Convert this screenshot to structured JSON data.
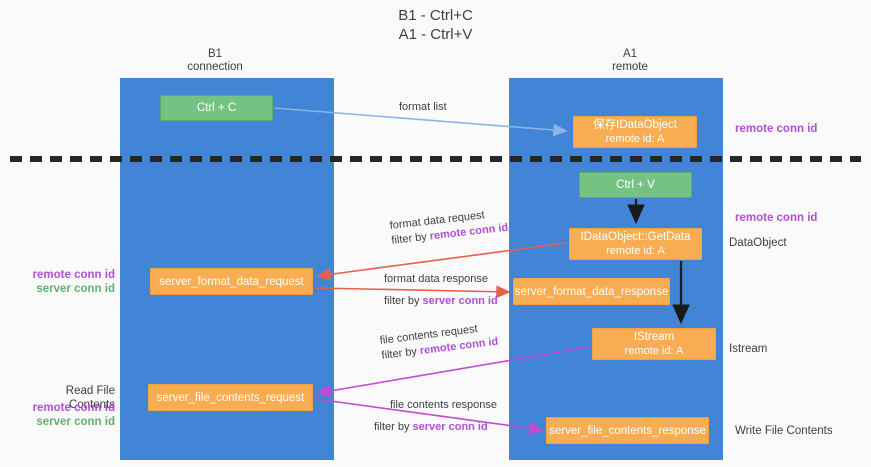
{
  "diagram": {
    "title": "B1 - Ctrl+C\nA1 - Ctrl+V",
    "lanes": [
      {
        "name": "B1",
        "role": "connection",
        "header": "B1\nconnection"
      },
      {
        "name": "A1",
        "role": "remote",
        "header": "A1\nremote"
      }
    ],
    "nodes": {
      "ctrl_c": {
        "label": "Ctrl + C",
        "color": "#76c282"
      },
      "save_dataobject": {
        "line1": "保存IDataObject",
        "line2": "remote id: A",
        "color": "#f9ad53"
      },
      "ctrl_v": {
        "label": "Ctrl + V",
        "color": "#76c282"
      },
      "get_data": {
        "line1": "IDataObject::GetData",
        "line2": "remote id: A",
        "color": "#f9ad53"
      },
      "server_format_data_request": {
        "label": "server_format_data_request",
        "color": "#f9ad53"
      },
      "server_format_data_response": {
        "label": "server_format_data_response",
        "color": "#f9ad53"
      },
      "istream": {
        "line1": "IStream",
        "line2": "remote id: A",
        "color": "#f9ad53"
      },
      "server_file_contents_request": {
        "label": "server_file_contents_request",
        "color": "#f9ad53"
      },
      "server_file_contents_response": {
        "label": "server_file_contents_response",
        "color": "#f9ad53"
      }
    },
    "flows": {
      "format_list": {
        "label": "format list",
        "color": "#8ab4e8"
      },
      "format_data_request": {
        "line1": "format data request",
        "filter_prefix": "filter by ",
        "filter_key": "remote conn id",
        "color": "#e8604c"
      },
      "format_data_response": {
        "line1": "format data response",
        "filter_prefix": "filter by ",
        "filter_key": "server conn id",
        "color": "#e8604c"
      },
      "file_contents_request": {
        "line1": "file contents request",
        "filter_prefix": "filter by ",
        "filter_key": "remote conn id",
        "color": "#c44ad0"
      },
      "file_contents_response": {
        "line1": "file contents response",
        "filter_prefix": "filter by ",
        "filter_key": "server conn id",
        "color": "#c44ad0"
      }
    },
    "annotations": {
      "right_remote_conn_id_top": "remote conn id",
      "right_remote_conn_id_mid": "remote conn id",
      "right_dataobject": "DataObject",
      "right_istream": "Istream",
      "right_write_file_contents": "Write File Contents",
      "left_remote_conn_id_1": "remote conn id",
      "left_server_conn_id_1": "server conn id",
      "left_read_file_contents": "Read File Contents",
      "left_remote_conn_id_2": "remote conn id",
      "left_server_conn_id_2": "server conn id"
    },
    "colors": {
      "lane": "#4285d6",
      "green": "#76c282",
      "orange": "#f9ad53",
      "purple": "#b14fd8",
      "green_text": "#5fb071",
      "red_arrow": "#e8604c",
      "magenta_arrow": "#c44ad0",
      "blue_arrow": "#8ab4e8",
      "divider": "#262626"
    }
  }
}
